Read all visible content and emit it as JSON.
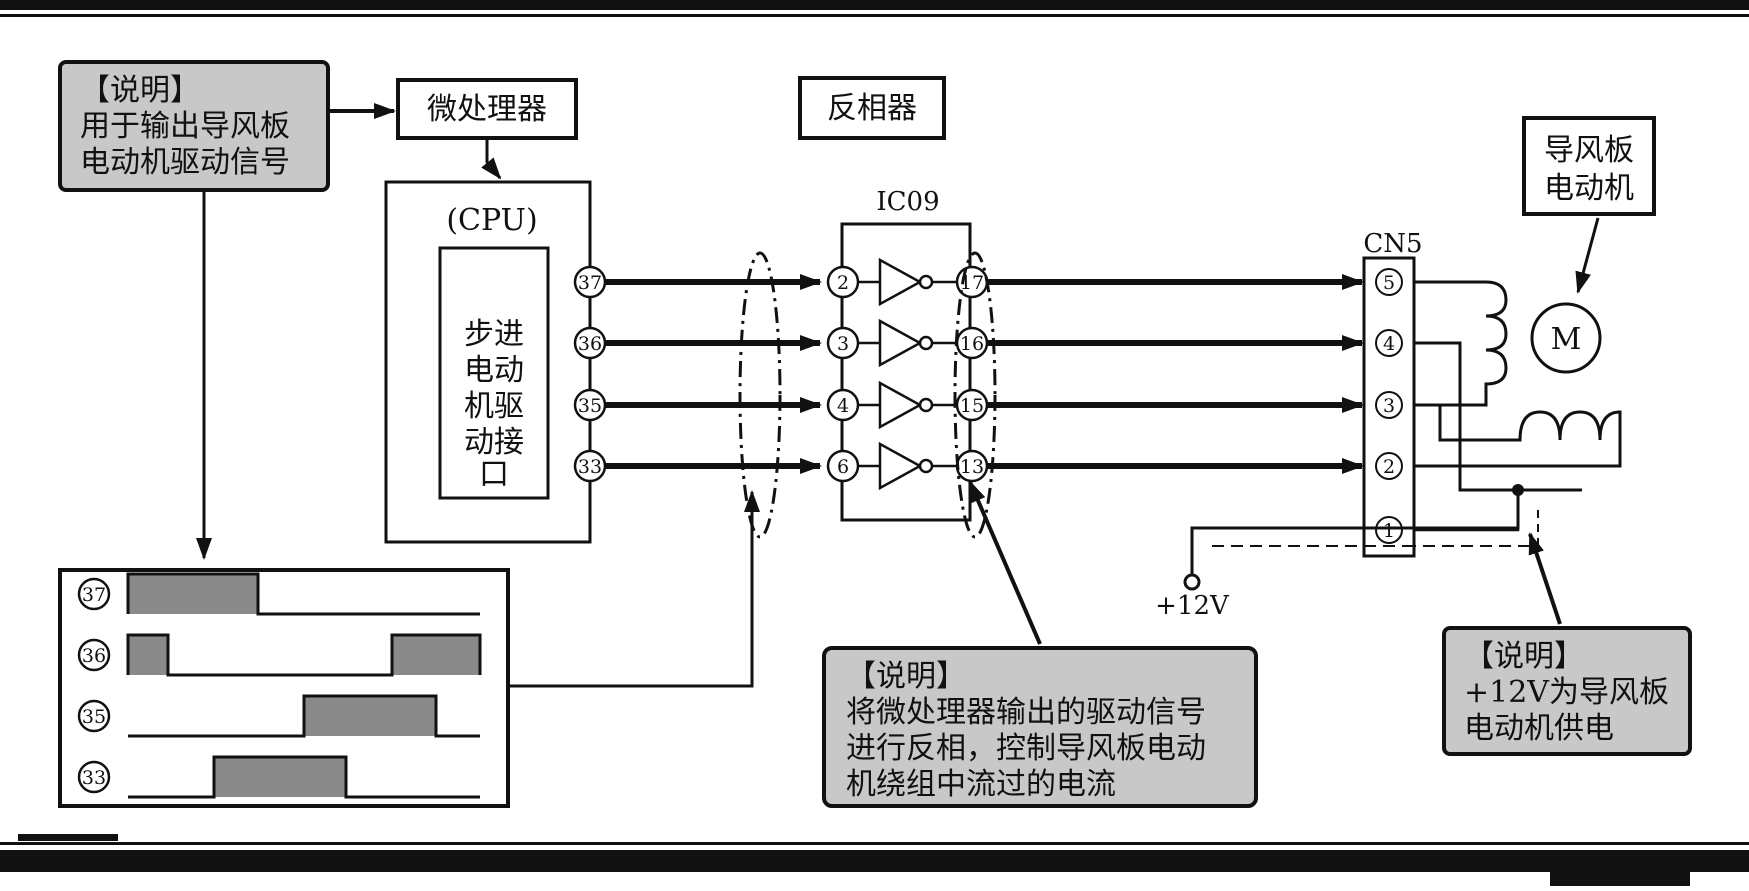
{
  "note_top_left": {
    "title": "【说明】",
    "lines": [
      "用于输出导风板",
      "电动机驱动信号"
    ]
  },
  "cpu_label": "微处理器",
  "cpu_block": {
    "title": "(CPU)",
    "inner_lines": [
      "步进",
      "电动",
      "机驱",
      "动接",
      "口"
    ]
  },
  "inverter_label": "反相器",
  "ic": {
    "name": "IC09",
    "in_pins": [
      "2",
      "3",
      "4",
      "6"
    ],
    "out_pins": [
      "17",
      "16",
      "15",
      "13"
    ]
  },
  "cpu_pins": [
    "37",
    "36",
    "35",
    "33"
  ],
  "connector": {
    "name": "CN5",
    "pins": [
      "5",
      "4",
      "3",
      "2",
      "1"
    ]
  },
  "motor_label": [
    "导风板",
    "电动机"
  ],
  "motor_symbol": "M",
  "supply_label": "+12V",
  "waveform_labels": [
    "37",
    "36",
    "35",
    "33"
  ],
  "note_center": {
    "title": "【说明】",
    "lines": [
      "将微处理器输出的驱动信号",
      "进行反相，控制导风板电动",
      "机绕组中流过的电流"
    ]
  },
  "note_right": {
    "title": "【说明】",
    "lines": [
      "+12V为导风板",
      "电动机供电"
    ]
  },
  "colors": {
    "note_fill": "#c8c8c8",
    "wave_fill": "#8a8a8a",
    "line": "#111111"
  }
}
